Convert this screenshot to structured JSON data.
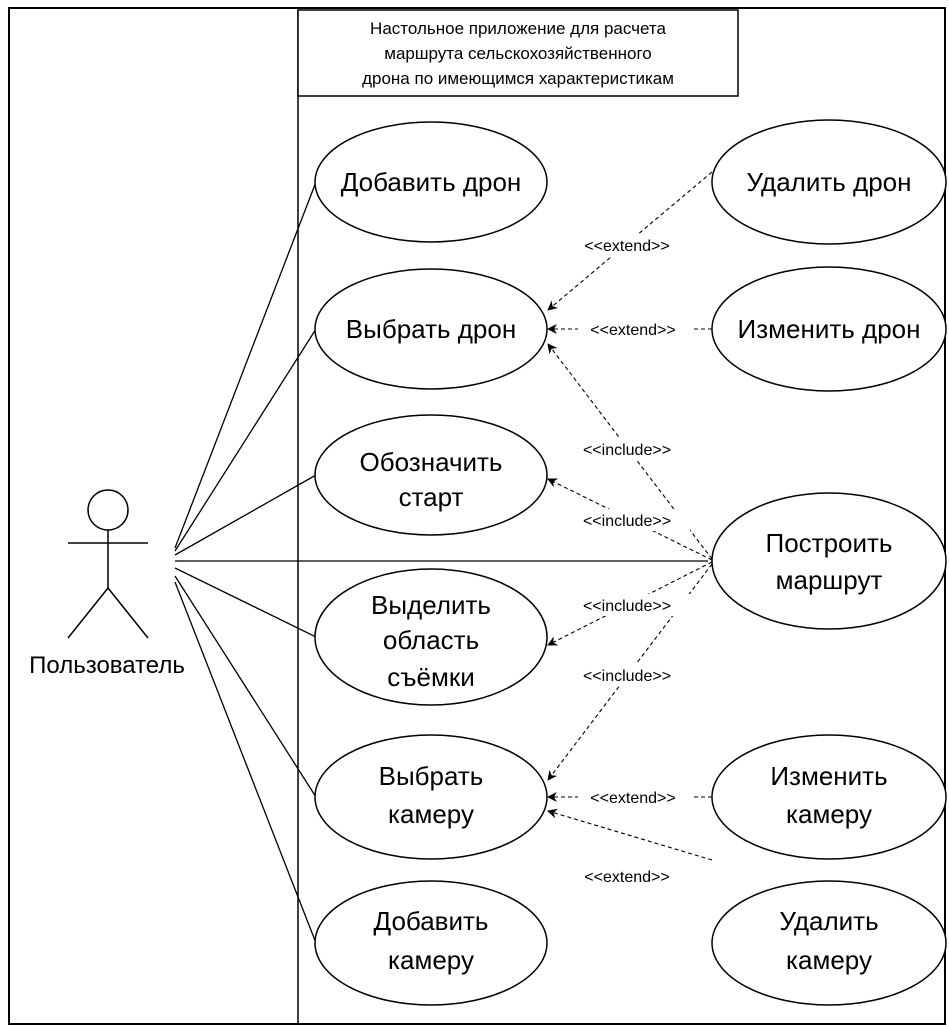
{
  "system": {
    "title_lines": [
      "Настольное приложение для расчета",
      "маршрута сельскохозяйственного",
      "дрона по имеющимся характеристикам"
    ]
  },
  "actor": {
    "label": "Пользователь"
  },
  "use_cases": {
    "add_drone": [
      "Добавить дрон"
    ],
    "select_drone": [
      "Выбрать дрон"
    ],
    "mark_start": [
      "Обозначить",
      "старт"
    ],
    "select_area": [
      "Выделить",
      "область",
      "съёмки"
    ],
    "select_camera": [
      "Выбрать",
      "камеру"
    ],
    "add_camera": [
      "Добавить",
      "камеру"
    ],
    "delete_drone": [
      "Удалить дрон"
    ],
    "edit_drone": [
      "Изменить дрон"
    ],
    "build_route": [
      "Построить",
      "маршрут"
    ],
    "edit_camera": [
      "Изменить",
      "камеру"
    ],
    "delete_camera": [
      "Удалить",
      "камеру"
    ]
  },
  "relations": {
    "delete_drone_extend": "<<extend>>",
    "edit_drone_extend": "<<extend>>",
    "route_include_drone": "<<include>>",
    "route_include_start": "<<include>>",
    "route_include_area": "<<include>>",
    "route_include_camera": "<<include>>",
    "edit_camera_extend": "<<extend>>",
    "delete_camera_extend": "<<extend>>"
  }
}
